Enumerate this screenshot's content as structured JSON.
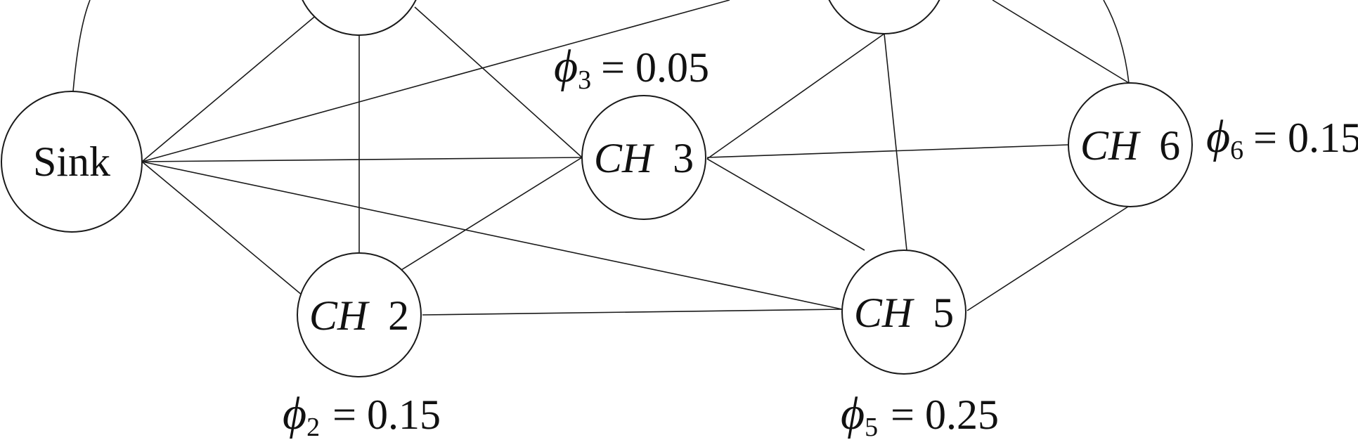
{
  "nodes": {
    "sink": {
      "label": "Sink"
    },
    "ch2": {
      "prefix": "CH",
      "index": "2"
    },
    "ch3": {
      "prefix": "CH",
      "index": "3"
    },
    "ch5": {
      "prefix": "CH",
      "index": "5"
    },
    "ch6": {
      "prefix": "CH",
      "index": "6"
    }
  },
  "weights": {
    "phi_symbol": "ϕ",
    "w3": {
      "sub": "3",
      "value": "= 0.05"
    },
    "w6": {
      "sub": "6",
      "value": "= 0.15"
    },
    "w2": {
      "sub": "2",
      "value": "= 0.15"
    },
    "w5": {
      "sub": "5",
      "value": "= 0.25"
    }
  }
}
